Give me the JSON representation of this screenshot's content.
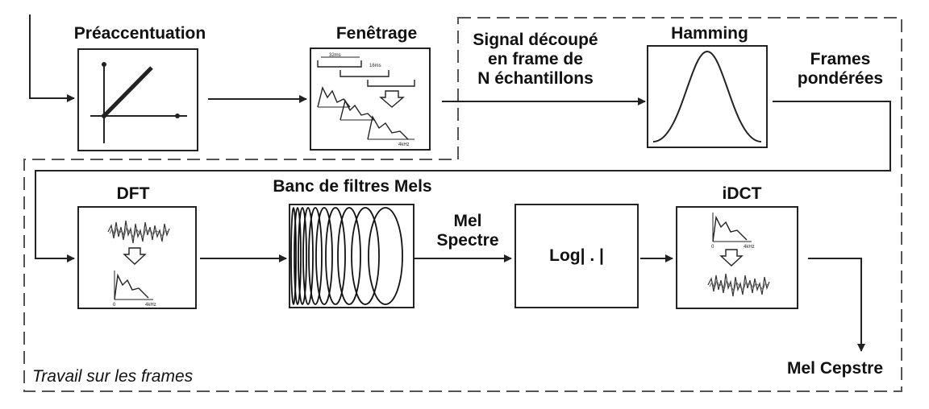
{
  "diagram": {
    "blocks": {
      "preemphasis": {
        "label": "Préaccentuation"
      },
      "windowing": {
        "label": "Fenêtrage",
        "annotations": [
          "32ms",
          "16ms",
          "4kHz"
        ]
      },
      "hamming": {
        "label": "Hamming"
      },
      "dft": {
        "label": "DFT",
        "annotations": [
          "0",
          "4kHz"
        ]
      },
      "mel_filterbank": {
        "label": "Banc de filtres Mels"
      },
      "log": {
        "label": "Log| . |"
      },
      "idct": {
        "label": "iDCT",
        "annotations": [
          "0",
          "4kHz"
        ]
      }
    },
    "edge_labels": {
      "signal_split": [
        "Signal découpé",
        "en frame de",
        "N échantillons"
      ],
      "weighted_frames": [
        "Frames",
        "pondérées"
      ],
      "mel_spectrum": [
        "Mel",
        "Spectre"
      ],
      "output": "Mel Cepstre"
    },
    "region_label": "Travail sur les frames",
    "colors": {
      "stroke": "#222222",
      "dashed_border": "#555555",
      "background": "#ffffff"
    }
  }
}
